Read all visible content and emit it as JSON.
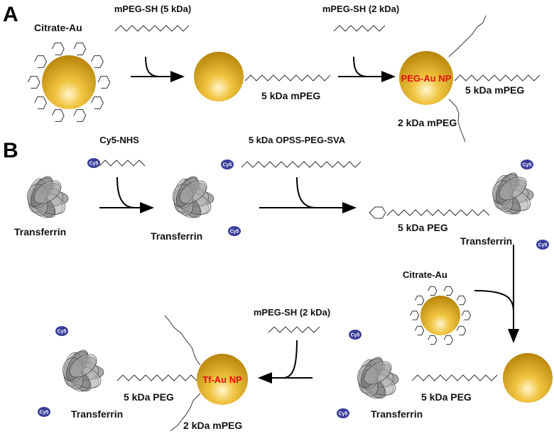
{
  "panel_a": {
    "letter": "A",
    "citrate_au": "Citrate-Au",
    "reagent1": "mPEG-SH (5 kDa)",
    "reagent2": "mPEG-SH (2 kDa)",
    "product1_label": "5 kDa mPEG",
    "np_label": "PEG-Au NP",
    "product2_label_5k": "5 kDa mPEG",
    "product2_label_2k": "2 kDa mPEG"
  },
  "panel_b": {
    "letter": "B",
    "reagent_cy5": "Cy5-NHS",
    "reagent_opss": "5 kDa OPSS-PEG-SVA",
    "transferrin": "Transferrin",
    "cy5_badge": "Cy5",
    "peg_label": "5 kDa PEG",
    "citrate_au": "Citrate-Au",
    "reagent_mpeg": "mPEG-SH (2 kDa)",
    "np_label": "Tf-Au NP",
    "mpeg_label": "2 kDa mPEG"
  },
  "colors": {
    "gold": "#e0a820",
    "np_text": "#e01010",
    "cy5": "#3a3d9a"
  }
}
